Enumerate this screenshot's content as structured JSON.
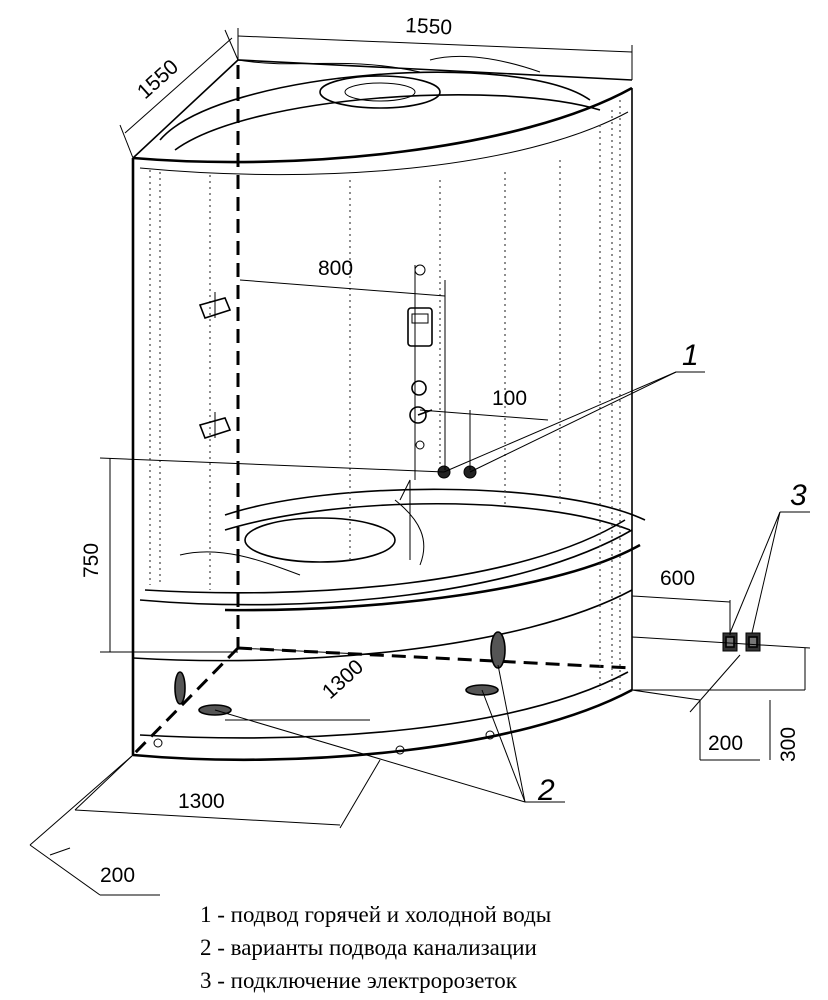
{
  "dimensions": {
    "top_width": "1550",
    "top_depth": "1550",
    "panel_width": "800",
    "pipe_spacing": "100",
    "pipe_height": "750",
    "outlet_distance": "600",
    "base_depth": "1300",
    "base_width": "1300",
    "drain_offset": "200",
    "outlet_offset": "200",
    "outlet_height": "300"
  },
  "callouts": {
    "water_supply": "1",
    "drain": "2",
    "sockets": "3"
  },
  "legend": [
    "1 - подвод горячей и холодной воды",
    "2 - варианты подвода канализации",
    "3 - подключение электророзеток"
  ]
}
